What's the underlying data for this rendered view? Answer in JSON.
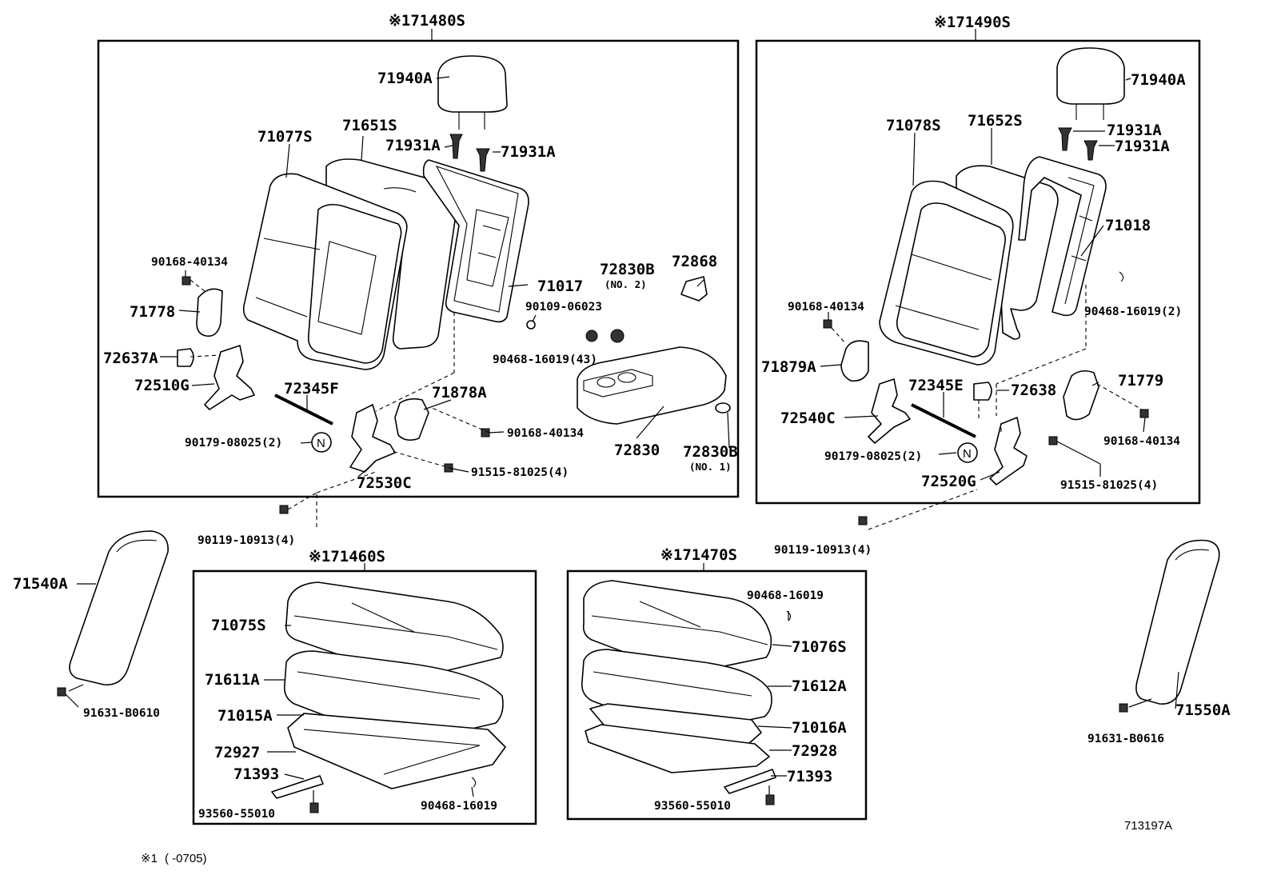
{
  "diagram": {
    "ref_code": "713197A",
    "footnote_mark": "※1",
    "footnote_range": "( -0705)",
    "groups": {
      "back_left": "※171480S",
      "back_right": "※171490S",
      "cushion_left": "※171460S",
      "cushion_right": "※171470S"
    },
    "labels": {
      "p71940A_l": "71940A",
      "p71651S": "71651S",
      "p71077S": "71077S",
      "p71931A_l1": "71931A",
      "p71931A_l2": "71931A",
      "p90168_l1": "90168-40134",
      "p71778": "71778",
      "p72637A": "72637A",
      "p72510G": "72510G",
      "p72345F": "72345F",
      "p71017": "71017",
      "p72830B_top": "72830B",
      "p72830B_top_sub": "(NO. 2)",
      "p72868": "72868",
      "p90109": "90109-06023",
      "p90468_43": "90468-16019(43)",
      "p71878A": "71878A",
      "p90168_l2": "90168-40134",
      "p90179_l": "90179-08025(2)",
      "p72830": "72830",
      "p72830B_bot": "72830B",
      "p72830B_bot_sub": "(NO. 1)",
      "p91515_l": "91515-81025(4)",
      "p72530C": "72530C",
      "p90119_l": "90119-10913(4)",
      "p71940A_r": "71940A",
      "p71078S": "71078S",
      "p71652S": "71652S",
      "p71931A_r1": "71931A",
      "p71931A_r2": "71931A",
      "p71018": "71018",
      "p90468_r2": "90468-16019(2)",
      "p90168_r1": "90168-40134",
      "p71879A": "71879A",
      "p72345E": "72345E",
      "p72638": "72638",
      "p71779": "71779",
      "p90168_r2": "90168-40134",
      "p72540C": "72540C",
      "p90179_r": "90179-08025(2)",
      "p72520G": "72520G",
      "p91515_r": "91515-81025(4)",
      "p90119_r": "90119-10913(4)",
      "p71540A": "71540A",
      "p91631_l": "91631-B0610",
      "p71075S": "71075S",
      "p71611A": "71611A",
      "p71015A": "71015A",
      "p72927": "72927",
      "p71393_l": "71393",
      "p93560_l": "93560-55010",
      "p90468_cl": "90468-16019",
      "p90468_cr": "90468-16019",
      "p71076S": "71076S",
      "p71612A": "71612A",
      "p71016A": "71016A",
      "p72928": "72928",
      "p71393_r": "71393",
      "p93560_r": "93560-55010",
      "p71550A": "71550A",
      "p91631_r": "91631-B0616",
      "nut_l": "N",
      "nut_r": "N"
    }
  }
}
